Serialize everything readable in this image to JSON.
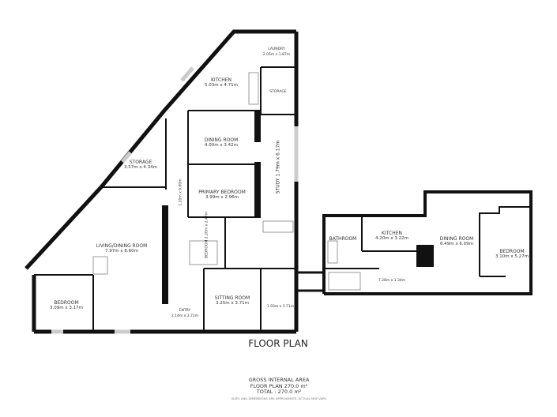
{
  "title": "FLOOR PLAN",
  "rooms": [
    {
      "name": "LAUNDRY",
      "dims": "2.05m x 1.87m"
    },
    {
      "name": "KITCHEN",
      "dims": "5.03m x 4.71m"
    },
    {
      "name": "STORAGE",
      "dims": ""
    },
    {
      "name": "DINING ROOM",
      "dims": "4.00m x 3.42m"
    },
    {
      "name": "STORAGE",
      "dims": "3.57m x 4.34m"
    },
    {
      "name": "STUDY",
      "dims": "1.79m x 6.17m"
    },
    {
      "name": "PRIMARY BEDROOM",
      "dims": "3.99m x 2.96m"
    },
    {
      "name": "",
      "dims": "1.20m x 9.80m"
    },
    {
      "name": "LIVING/DINING ROOM",
      "dims": "7.97m x 8.60m"
    },
    {
      "name": "BEDROOM",
      "dims": "2.20m x 2.47m"
    },
    {
      "name": "BEDROOM",
      "dims": "3.09m x 3.17m"
    },
    {
      "name": "ENTRY",
      "dims": "2.14m x 3.71m"
    },
    {
      "name": "SITTING ROOM",
      "dims": "3.25m x 3.71m"
    },
    {
      "name": "",
      "dims": "1.93m x 3.71m"
    },
    {
      "name": "BATHROOM",
      "dims": ""
    },
    {
      "name": "KITCHEN",
      "dims": "4.20m x 3.22m"
    },
    {
      "name": "DINING ROOM",
      "dims": "6.49m x 6.09m"
    },
    {
      "name": "BEDROOM",
      "dims": "3.10m x 5.27m"
    },
    {
      "name": "",
      "dims": "7.28m x 1.34m"
    }
  ],
  "area": {
    "heading": "GROSS INTERNAL AREA",
    "floor_plan": "FLOOR PLAN 270.0 m²",
    "total": "TOTAL :  270.0 m²",
    "disclaimer": "SIZES AND DIMENSIONS ARE APPROXIMATE, ACTUAL MAY VARY."
  },
  "colors": {
    "wall": "#111111",
    "window": "#cccccc",
    "text": "#333333"
  }
}
